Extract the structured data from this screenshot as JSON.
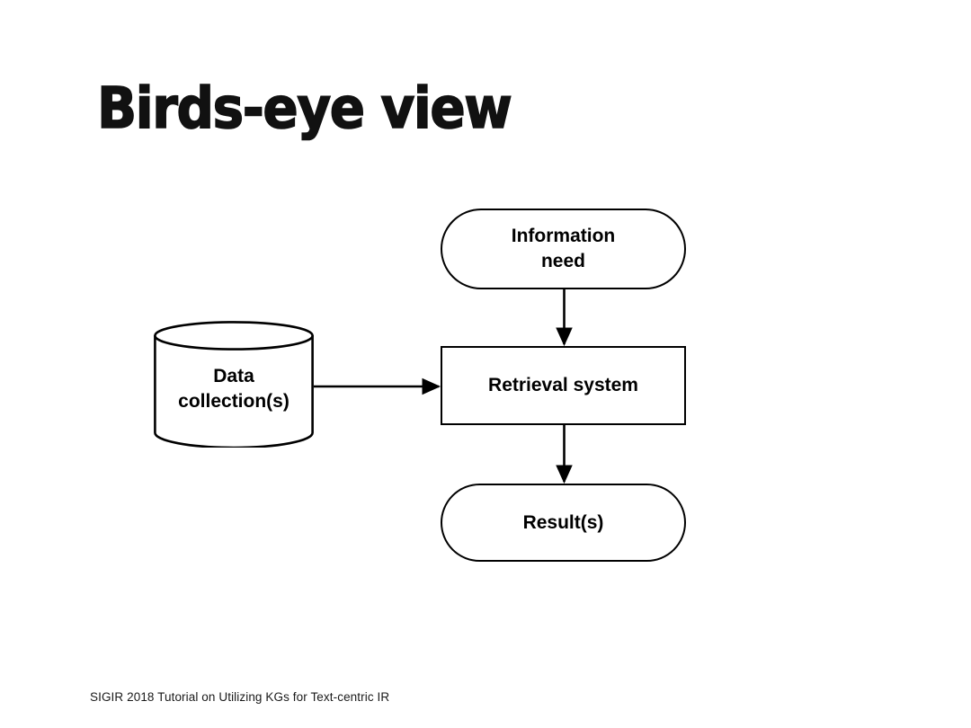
{
  "slide": {
    "title": "Birds-eye view",
    "background_color": "#ffffff",
    "ink_color": "#000000"
  },
  "diagram": {
    "type": "flowchart",
    "nodes": [
      {
        "id": "information-need",
        "label": "Information\nneed",
        "shape": "stadium"
      },
      {
        "id": "data-collection",
        "label": "Data\ncollection(s)",
        "shape": "cylinder"
      },
      {
        "id": "retrieval-system",
        "label": "Retrieval system",
        "shape": "rectangle"
      },
      {
        "id": "results",
        "label": "Result(s)",
        "shape": "stadium"
      }
    ],
    "edges": [
      {
        "from": "information-need",
        "to": "retrieval-system",
        "direction": "down"
      },
      {
        "from": "data-collection",
        "to": "retrieval-system",
        "direction": "right"
      },
      {
        "from": "retrieval-system",
        "to": "results",
        "direction": "down"
      }
    ]
  },
  "footer": {
    "text": "SIGIR 2018 Tutorial on Utilizing KGs for Text-centric IR"
  }
}
